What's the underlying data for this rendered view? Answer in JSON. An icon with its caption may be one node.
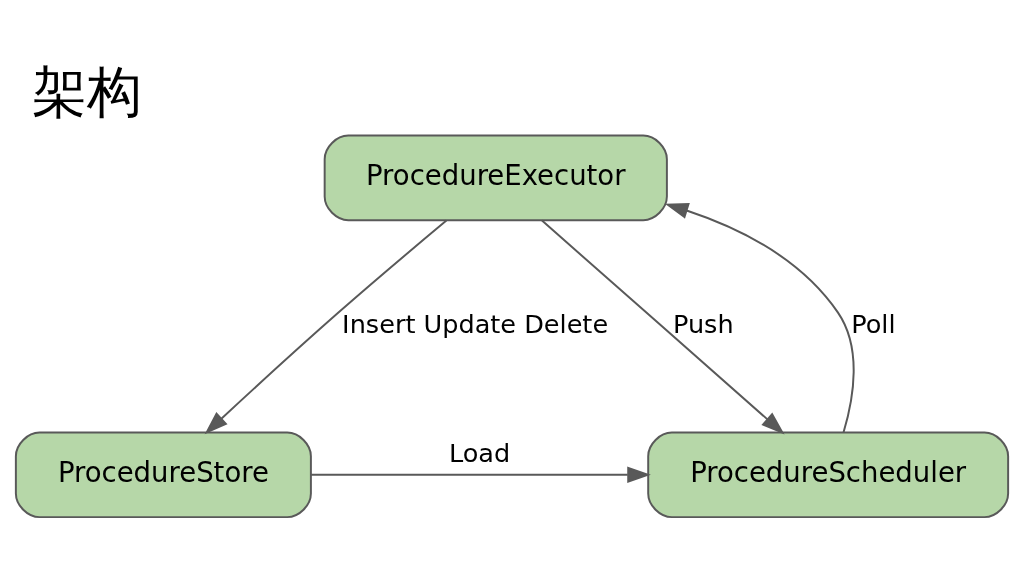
{
  "diagram": {
    "title": "架构",
    "nodes": [
      {
        "text": [
          "ProcedureExecutor"
        ]
      },
      {
        "text": [
          "ProcedureScheduler"
        ]
      },
      {
        "text": [
          "ProcedureStore"
        ]
      }
    ],
    "edges": [
      {
        "from": 1,
        "to": 0,
        "arrow": "to",
        "label": "Poll"
      },
      {
        "from": 0,
        "to": 1,
        "arrow": "to",
        "label": "Push"
      },
      {
        "from": 0,
        "to": 2,
        "arrow": "to",
        "label": "Insert Update Delete"
      },
      {
        "from": 2,
        "to": 1,
        "arrow": "to",
        "label": "Load"
      }
    ]
  }
}
